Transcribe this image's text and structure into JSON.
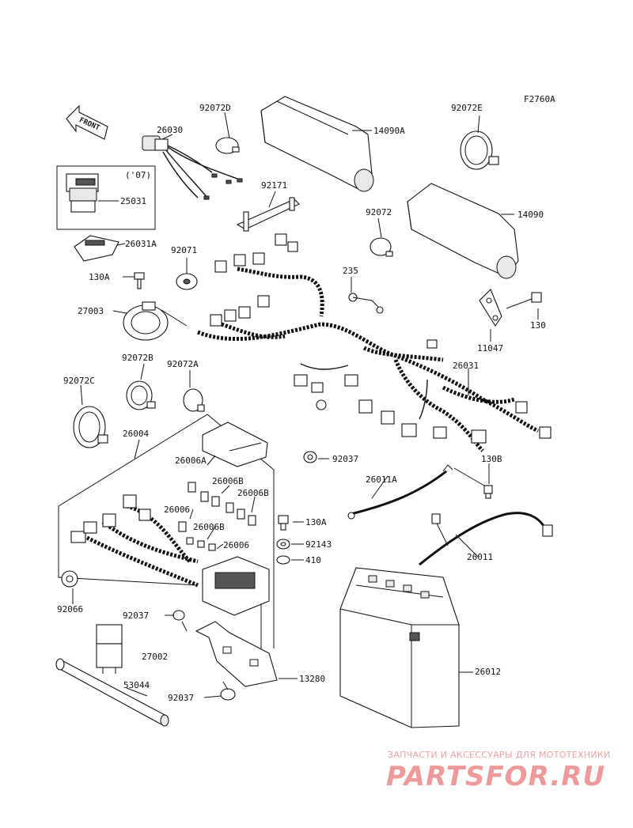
{
  "figure_code": "F2760A",
  "front_label": "FRONT",
  "callouts": {
    "p92072D": "92072D",
    "p26030": "26030",
    "p14090A": "14090A",
    "p92072E": "92072E",
    "p07": "('07)",
    "p25031": "25031",
    "p92171": "92171",
    "p92072": "92072",
    "p14090": "14090",
    "p26031A": "26031A",
    "p92071": "92071",
    "p130A_top": "130A",
    "p235": "235",
    "p27003": "27003",
    "p130": "130",
    "p11047": "11047",
    "p92072B": "92072B",
    "p92072A": "92072A",
    "p26031": "26031",
    "p92072C": "92072C",
    "p26004": "26004",
    "p26006A": "26006A",
    "p92037_mid": "92037",
    "p130B": "130B",
    "p26006B_1": "26006B",
    "p26011A": "26011A",
    "p26006": "26006",
    "p26006B_2": "26006B",
    "p26006B_3": "26006B",
    "p130A_mid": "130A",
    "p26006_2": "26006",
    "p92143": "92143",
    "p26011": "26011",
    "p410": "410",
    "p92066": "92066",
    "p92037_low": "92037",
    "p27002": "27002",
    "p26012": "26012",
    "p13280": "13280",
    "p53044": "53044",
    "p92037_bot": "92037"
  },
  "watermark": {
    "tagline": "ЗАПЧАСТИ И АКСЕССУАРЫ ДЛЯ МОТОТЕХНИКИ",
    "brand": "PARTSFOR.RU"
  }
}
